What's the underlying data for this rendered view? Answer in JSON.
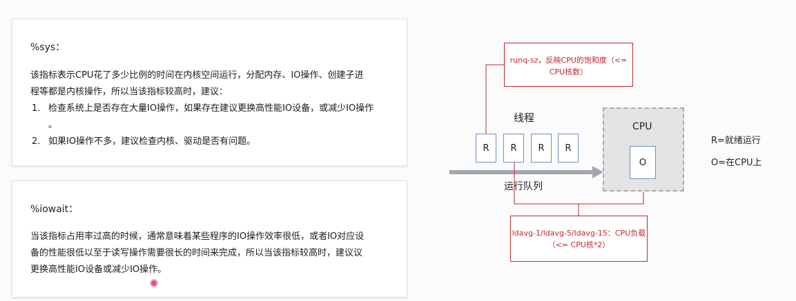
{
  "sys_card": {
    "title": "%sys：",
    "para_line1": "该指标表示CPU花了多少比例的时间在内核空间运行，分配内存、IO操作、创建子进",
    "para_line2": "程等都是内核操作，所以当该指标较高时，建议：",
    "items": [
      {
        "num": "1.",
        "line1": "检查系统上是否存在大量IO操作，如果存在建议更换高性能IO设备，或减少IO操作",
        "line2": "。"
      },
      {
        "num": "2.",
        "line1": "如果IO操作不多，建议检查内核、驱动是否有问题。"
      }
    ]
  },
  "iowait_card": {
    "title": "%iowait：",
    "line1": "当该指标占用率过高的时候，通常意味着某些程序的IO操作效率很低，或者IO对应设",
    "line2": "备的性能很低以至于读写操作需要很长的时间来完成，所以当该指标较高时，建议议",
    "line3": "更换高性能IO设备或减少IO操作。"
  },
  "diagram": {
    "runq_line1": "runq-sz，反映CPU的饱和度（<=",
    "runq_line2": "CPU核数）",
    "thread_label": "线程",
    "queue_boxes": [
      "R",
      "R",
      "R",
      "R"
    ],
    "queue_label": "运行队列",
    "cpu_label": "CPU",
    "cpu_inner": "O",
    "legend_r": "R=就绪运行",
    "legend_o": "O=在CPU上",
    "ldavg_line1": "ldavg-1/ldavg-5/ldavg-15：CPU负载",
    "ldavg_line2": "（<= CPU核*2）",
    "colors": {
      "annotation": "#c0282e",
      "arrow": "#a3a7ae",
      "box_border": "#6d8fc0"
    }
  }
}
